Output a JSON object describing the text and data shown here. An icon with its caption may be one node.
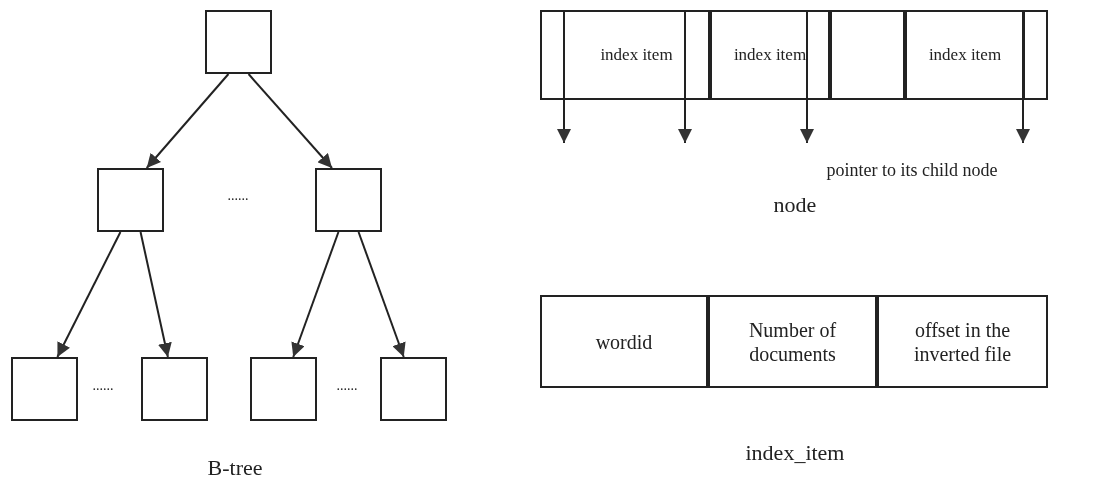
{
  "diagram": {
    "nodes": [
      {
        "text": [],
        "shape": "box"
      },
      {
        "text": [],
        "shape": "box"
      },
      {
        "text": [],
        "shape": "box"
      },
      {
        "text": [],
        "shape": "box"
      },
      {
        "text": [],
        "shape": "box"
      },
      {
        "text": [],
        "shape": "box"
      },
      {
        "text": [],
        "shape": "box"
      },
      {
        "text": [],
        "shape": "box"
      },
      {
        "text": [
          "index item"
        ],
        "in": 7
      },
      {
        "text": [
          "index item"
        ],
        "in": 7
      },
      {
        "text": [],
        "shape": "box",
        "in": 7
      },
      {
        "text": [
          "index item"
        ],
        "in": 7
      },
      {
        "text": [],
        "shape": "box"
      },
      {
        "text": [
          "wordid"
        ],
        "in": 12
      },
      {
        "text": [
          "Number of documents"
        ],
        "in": 12
      },
      {
        "text": [
          "offset  in the inverted file"
        ],
        "in": 12
      }
    ],
    "edges": [
      {
        "from": 0,
        "to": 1,
        "arrow": "to"
      },
      {
        "from": 0,
        "to": 2,
        "arrow": "to"
      },
      {
        "from": 1,
        "to": 3,
        "arrow": "to"
      },
      {
        "from": 1,
        "to": 4,
        "arrow": "to"
      },
      {
        "from": 2,
        "to": 5,
        "arrow": "to"
      },
      {
        "from": 2,
        "to": 6,
        "arrow": "to"
      },
      {
        "from": 7,
        "to": null,
        "arrow": "to"
      },
      {
        "from": 7,
        "to": null,
        "arrow": "to"
      },
      {
        "from": 7,
        "to": null,
        "arrow": "to"
      },
      {
        "from": 7,
        "to": null,
        "arrow": "to"
      }
    ],
    "labels": [
      "......",
      "......",
      "......",
      "B-tree",
      "pointer to its child node",
      "node",
      "index_item"
    ]
  }
}
